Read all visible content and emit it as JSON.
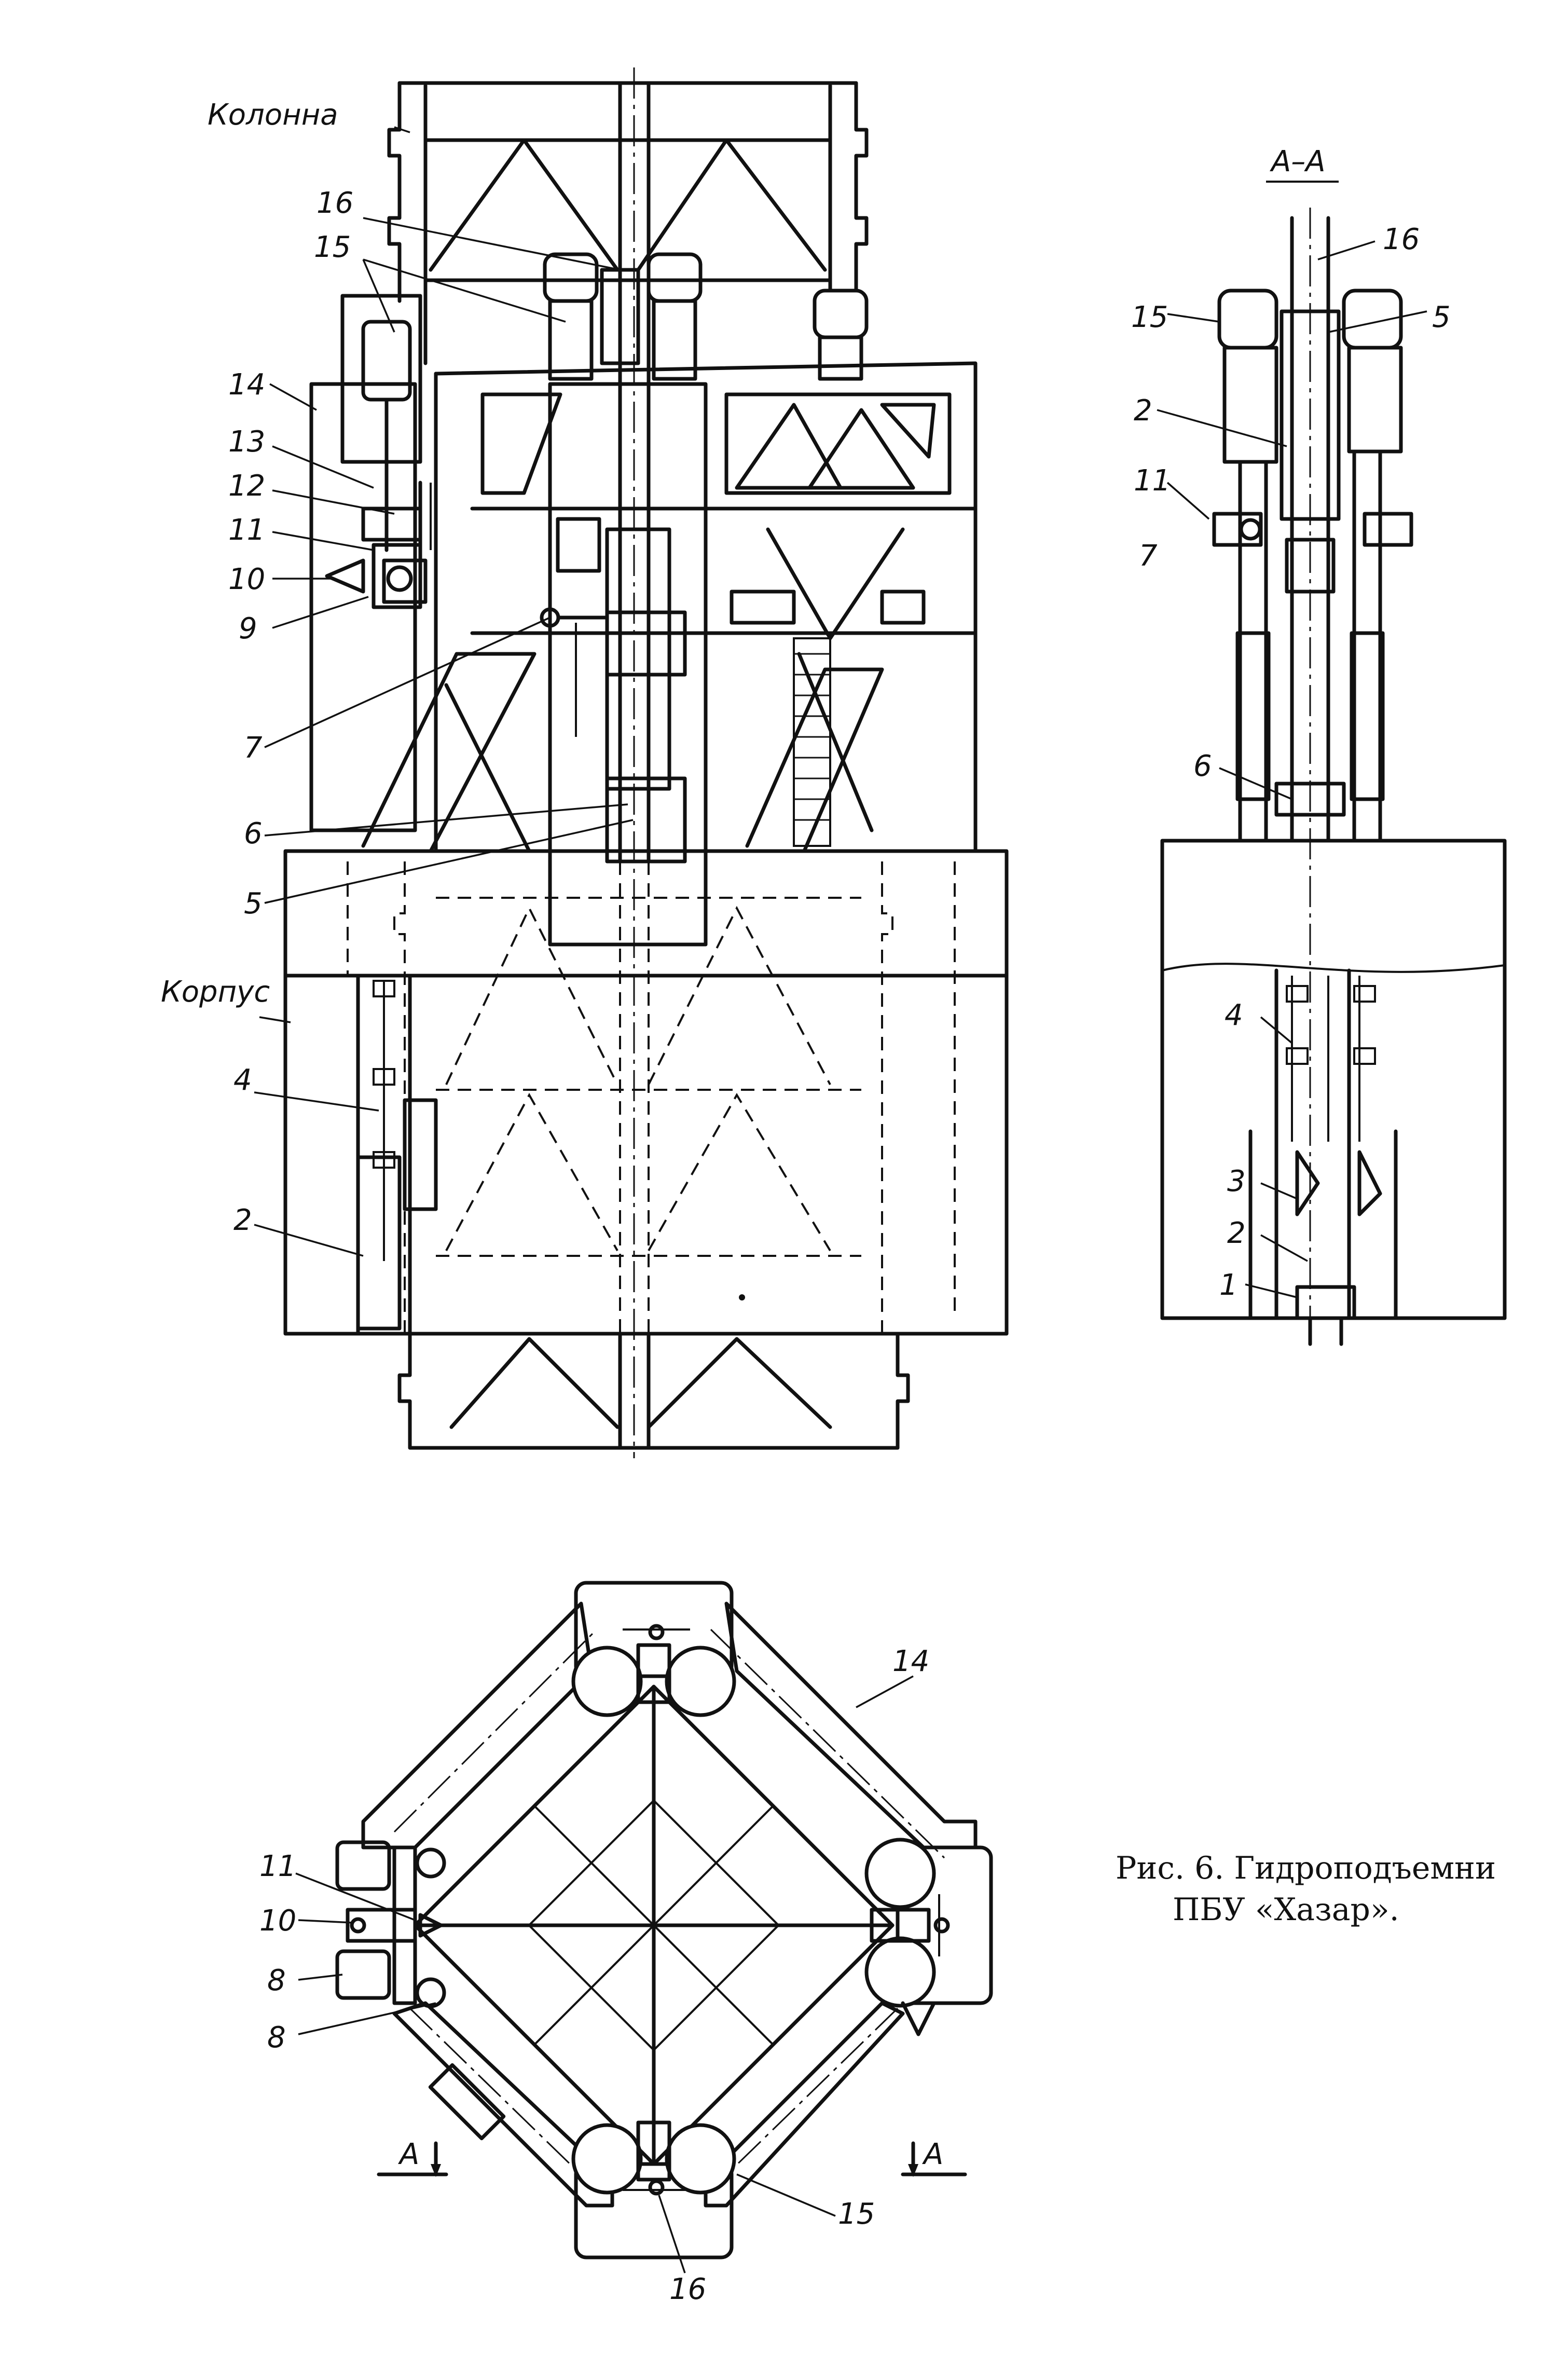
{
  "front_view": {
    "label_kolonna": "Колонна",
    "label_korpus": "Корпус",
    "callouts": [
      "16",
      "15",
      "14",
      "13",
      "12",
      "11",
      "10",
      "9",
      "7",
      "6",
      "5",
      "4",
      "2"
    ]
  },
  "section_view": {
    "title": "А–А",
    "callouts": [
      "16",
      "15",
      "5",
      "2",
      "11",
      "7",
      "6",
      "4",
      "3",
      "2",
      "1"
    ]
  },
  "plan_view": {
    "callouts": [
      "14",
      "11",
      "10",
      "8",
      "8",
      "15",
      "16"
    ],
    "section_marks": [
      "А",
      "А"
    ]
  },
  "caption": {
    "line1": "Рис. 6. Гидроподъемни",
    "line2": "ПБУ «Хазар»."
  }
}
